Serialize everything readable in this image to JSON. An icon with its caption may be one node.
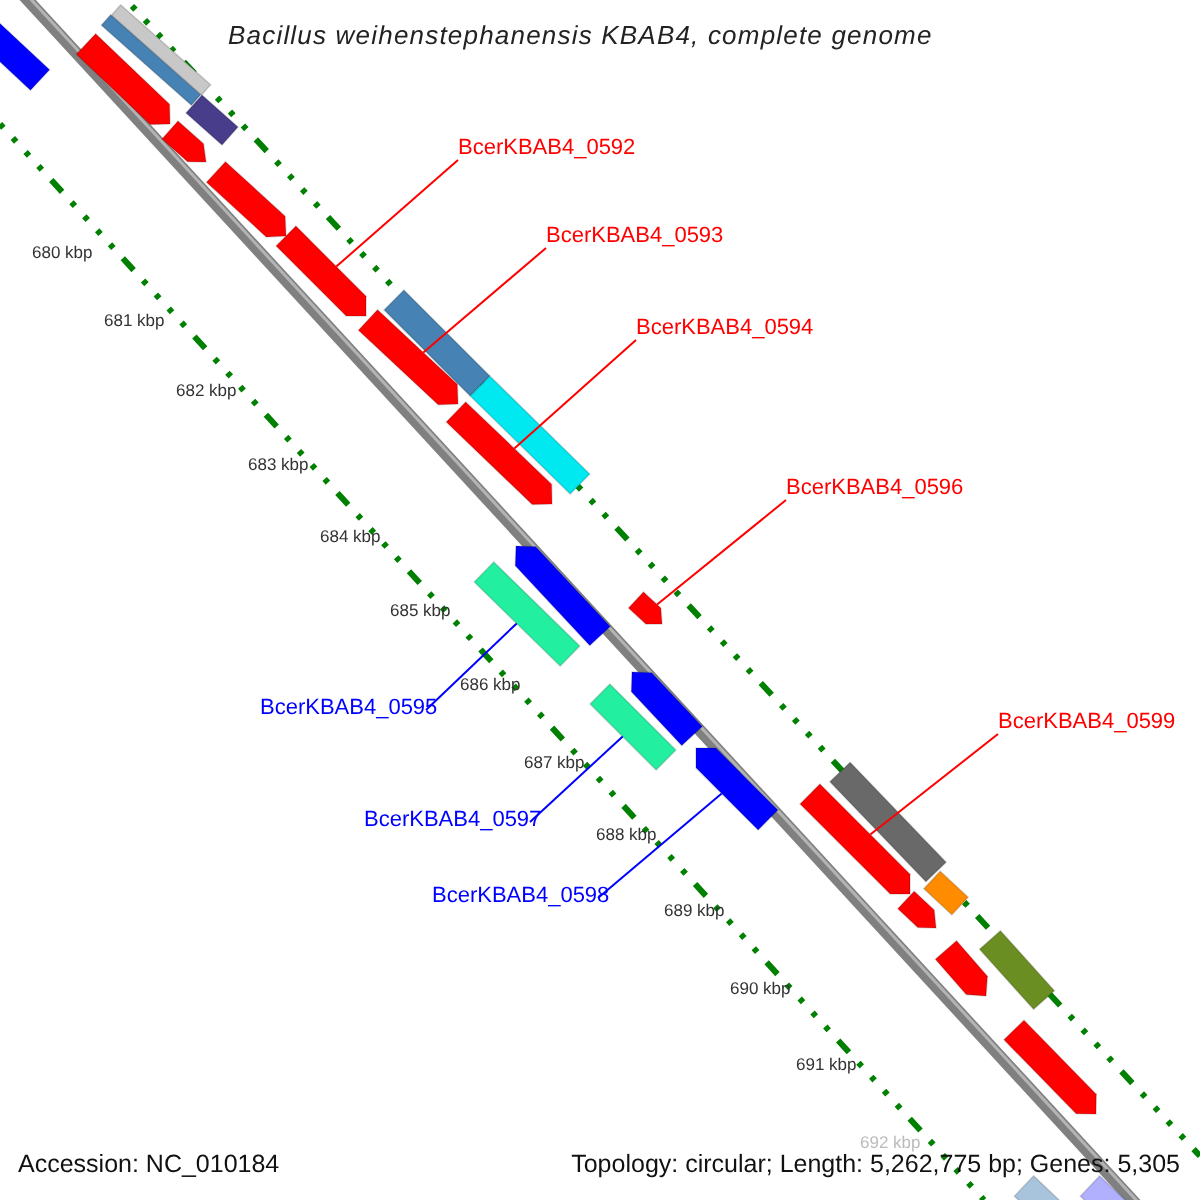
{
  "diagram": {
    "title": "Bacillus weihenstephanensis KBAB4, complete genome",
    "nodes": [
      {
        "text": [
          "BcerKBAB4_0592"
        ]
      },
      {
        "text": [
          "BcerKBAB4_0593"
        ]
      },
      {
        "text": [
          "BcerKBAB4_0594"
        ]
      },
      {
        "text": [
          "BcerKBAB4_0596"
        ]
      },
      {
        "text": [
          "BcerKBAB4_0599"
        ]
      },
      {
        "text": [
          "BcerKBAB4_0595"
        ]
      },
      {
        "text": [
          "BcerKBAB4_0597"
        ]
      },
      {
        "text": [
          "BcerKBAB4_0598"
        ]
      },
      {
        "text": [],
        "shape": "arrow"
      },
      {
        "text": [],
        "shape": "box"
      },
      {
        "text": [],
        "shape": "box"
      },
      {
        "text": [],
        "shape": "arrow"
      },
      {
        "text": [],
        "shape": "box"
      },
      {
        "text": [],
        "shape": "arrow"
      },
      {
        "text": [],
        "shape": "arrow"
      },
      {
        "text": [],
        "shape": "arrow"
      },
      {
        "text": [],
        "shape": "box"
      },
      {
        "text": [],
        "shape": "arrow"
      },
      {
        "text": [],
        "shape": "box"
      },
      {
        "text": [],
        "shape": "arrow"
      },
      {
        "text": [],
        "shape": "arrow"
      },
      {
        "text": [],
        "shape": "box"
      },
      {
        "text": [],
        "shape": "arrow"
      },
      {
        "text": [],
        "shape": "arrow"
      },
      {
        "text": [],
        "shape": "box"
      },
      {
        "text": [],
        "shape": "arrow"
      },
      {
        "text": [],
        "shape": "box"
      },
      {
        "text": [],
        "shape": "arrow"
      },
      {
        "text": [],
        "shape": "box"
      },
      {
        "text": [],
        "shape": "arrow"
      },
      {
        "text": [],
        "shape": "box"
      },
      {
        "text": [],
        "shape": "arrow"
      },
      {
        "text": [],
        "shape": "arrow"
      },
      {
        "text": [],
        "shape": "box"
      },
      {
        "text": [],
        "shape": "box"
      }
    ],
    "edges": [
      {
        "from": 0,
        "to": 15,
        "arrow": "none"
      },
      {
        "from": 1,
        "to": 17,
        "arrow": "none"
      },
      {
        "from": 2,
        "to": 19,
        "arrow": "none"
      },
      {
        "from": 3,
        "to": 22,
        "arrow": "none"
      },
      {
        "from": 4,
        "to": 27,
        "arrow": "none"
      },
      {
        "from": 5,
        "to": 21,
        "arrow": "none",
        "color": "#0000ff"
      },
      {
        "from": 6,
        "to": 24,
        "arrow": "none",
        "color": "#0000ff"
      },
      {
        "from": 7,
        "to": 25,
        "arrow": "none",
        "color": "#0000ff"
      }
    ],
    "labels": [
      "680 kbp",
      "681 kbp",
      "682 kbp",
      "683 kbp",
      "684 kbp",
      "685 kbp",
      "686 kbp",
      "687 kbp",
      "688 kbp",
      "689 kbp",
      "690 kbp",
      "691 kbp",
      "692 kbp",
      "Accession: NC_010184",
      "Topology: circular; Length: 5,262,775 bp; Genes: 5,305"
    ]
  }
}
